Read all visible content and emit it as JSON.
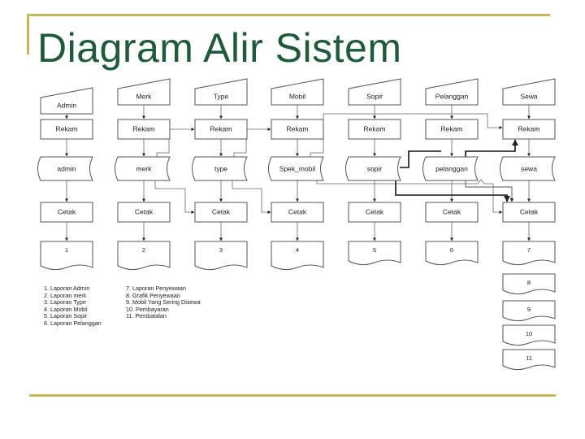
{
  "slide": {
    "title": "Diagram Alir Sistem"
  },
  "columns": [
    {
      "source": "Admin",
      "process": "Rekam",
      "store": "admin",
      "print": "Cetak",
      "report": "1"
    },
    {
      "source": "Merk",
      "process": "Rekam",
      "store": "merk",
      "print": "Cetak",
      "report": "2"
    },
    {
      "source": "Type",
      "process": "Rekam",
      "store": "type",
      "print": "Cetak",
      "report": "3"
    },
    {
      "source": "Mobil",
      "process": "Rekam",
      "store": "Spek_mobil",
      "print": "Cetak",
      "report": "4"
    },
    {
      "source": "Sopir",
      "process": "Rekam",
      "store": "sopir",
      "print": "Cetak",
      "report": "5"
    },
    {
      "source": "Pelanggan",
      "process": "Rekam",
      "store": "pelanggan",
      "print": "Cetak",
      "report": "6"
    },
    {
      "source": "Sewa",
      "process": "Rekam",
      "store": "sewa",
      "print": "Cetak",
      "report": "7"
    }
  ],
  "extra_reports": [
    "8",
    "9",
    "10",
    "11"
  ],
  "legend_left": [
    "1. Laporan Admin",
    "2. Laporan merk",
    "3. Laporan Type",
    "4. Laporan Mobil",
    "5. Laporan Sopir",
    "6. Laporan Pelanggan"
  ],
  "legend_right": [
    "7. Laporan Penyewaan",
    "8. Grafik Penyewaan",
    "9. Mobil Yang Sering Disewa",
    "10. Pembayaran",
    "11. Pembatalan"
  ]
}
